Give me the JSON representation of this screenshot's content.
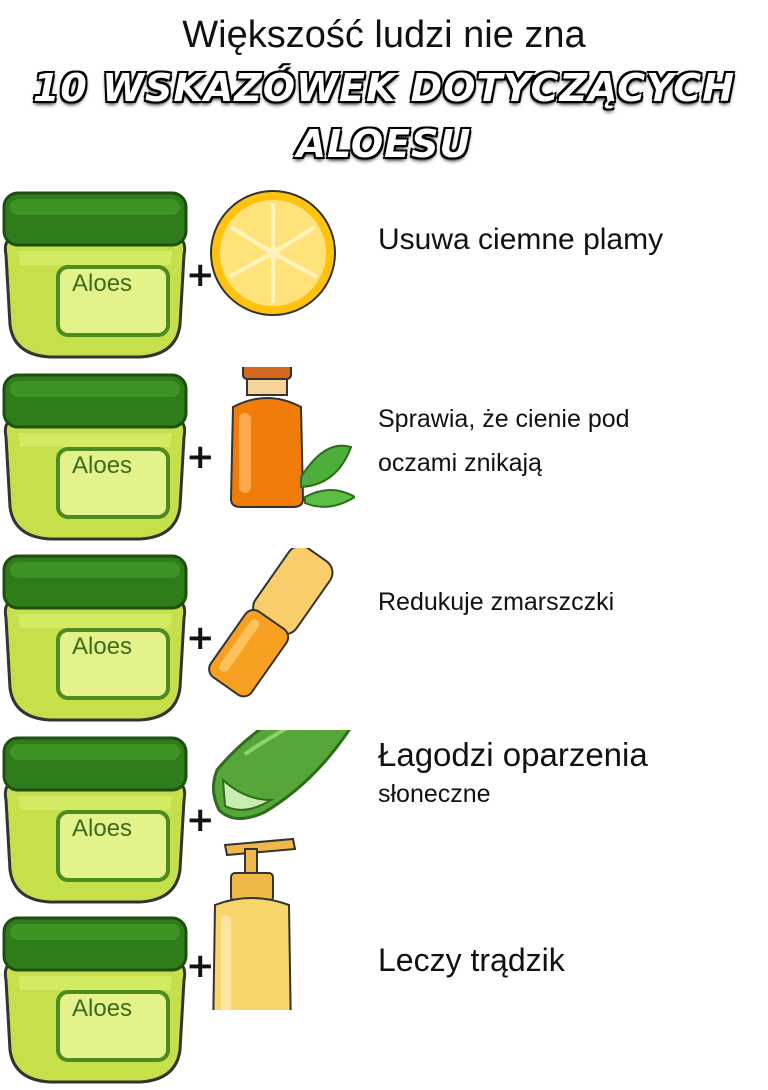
{
  "header": {
    "title": "Większość ludzi nie zna",
    "headline_line1": "10 WSKAZÓWEK DOTYCZĄCYCH",
    "headline_line2": "ALOESU"
  },
  "jar_label": "Aloes",
  "plus_sign": "+",
  "tips": [
    {
      "ingredient": "lemon-icon",
      "lines": [
        "Usuwa ciemne plamy"
      ]
    },
    {
      "ingredient": "oil-bottle-icon",
      "lines": [
        "Sprawia, że cienie pod",
        "oczami znikają"
      ]
    },
    {
      "ingredient": "lip-balm-icon",
      "lines": [
        "Redukuje zmarszczki"
      ]
    },
    {
      "ingredient": "aloe-leaf-icon",
      "lines": [
        "Łagodzi oparzenia",
        "słoneczne"
      ]
    },
    {
      "ingredient": "lotion-bottle-icon",
      "lines": [
        "Leczy trądzik"
      ]
    }
  ],
  "colors": {
    "jar_lid": "#2f7d1a",
    "jar_body": "#c5e04a",
    "jar_label_text": "#3d6b1f",
    "lemon": "#ffc20e",
    "oil": "#f07d0a",
    "balm": "#f7a021",
    "aloe_leaf": "#56a63a",
    "lotion": "#f7d56a"
  }
}
